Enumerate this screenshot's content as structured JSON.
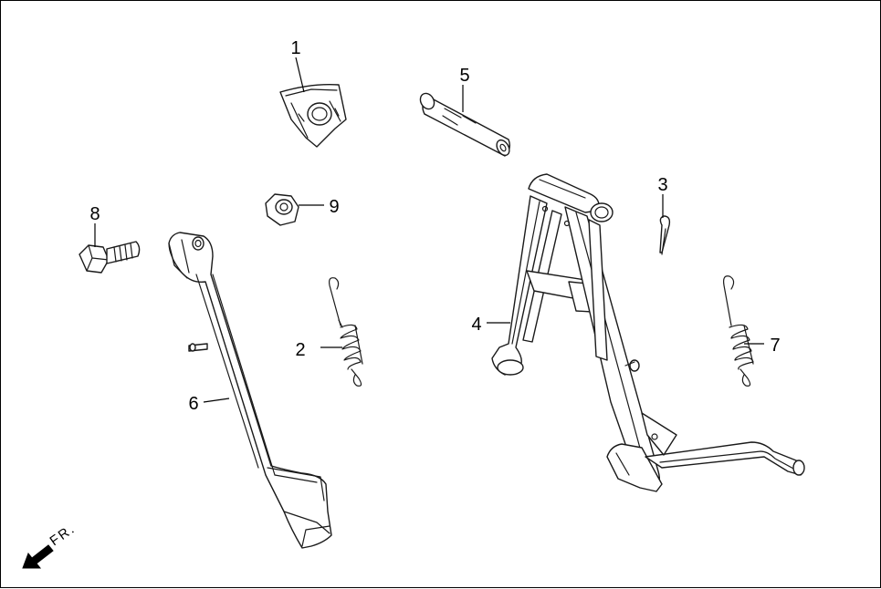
{
  "callouts": {
    "c1": "1",
    "c2": "2",
    "c3": "3",
    "c4": "4",
    "c5": "5",
    "c6": "6",
    "c7": "7",
    "c8": "8",
    "c9": "9"
  },
  "direction_marker": {
    "label": "FR.",
    "icon": "front-direction-arrow-icon"
  },
  "colors": {
    "line": "#1a1a1a",
    "background": "#ffffff",
    "frame": "#000000"
  }
}
